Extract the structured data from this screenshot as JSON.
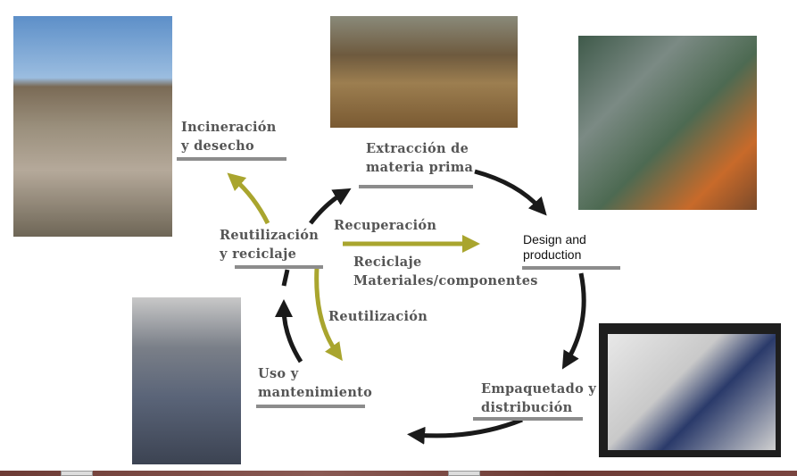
{
  "labels": {
    "incineracion": [
      "Incineración",
      "y desecho"
    ],
    "extraccion": [
      "Extracción de",
      "materia prima"
    ],
    "design": [
      "Design and",
      "production"
    ],
    "empaquetado": [
      "Empaquetado y",
      "distribución"
    ],
    "uso": [
      "Uso y",
      "mantenimiento"
    ],
    "reutilizacion_reciclaje": [
      "Reutilización",
      "y reciclaje"
    ],
    "recuperacion": "Recuperación",
    "reciclaje": [
      "Reciclaje",
      "Materiales/componentes"
    ],
    "reutilizacion": "Reutilización"
  },
  "colors": {
    "cycle_arrow": "#1a1a1a",
    "recovery_arrow": "#a9a52e",
    "label_bar": "#8c8c8c"
  }
}
